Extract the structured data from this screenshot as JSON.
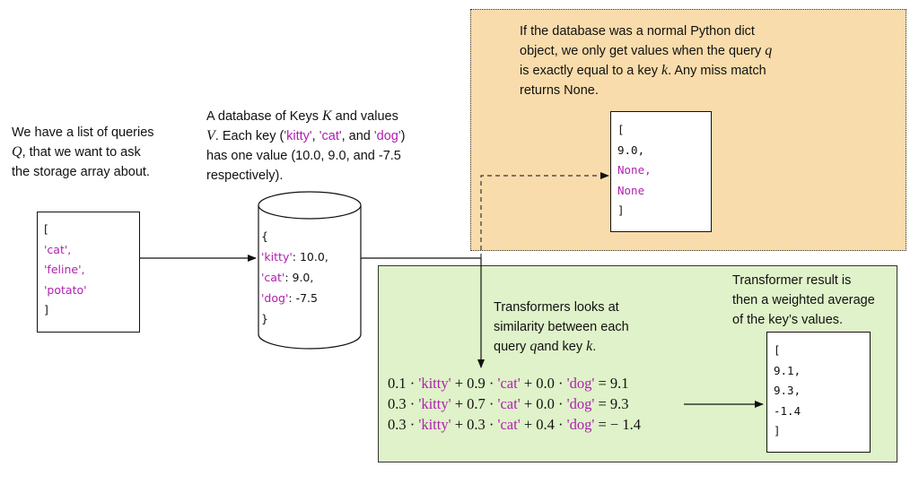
{
  "colors": {
    "string": "#b01fb0",
    "orange_panel": "#f9dcab",
    "green_panel": "#dff2c9"
  },
  "queries_note": {
    "line1": "We have a list of queries",
    "var_Q": "Q",
    "line2_rest": ", that we want to ask",
    "line3": "the storage array about."
  },
  "queries_list": {
    "open": "[",
    "items": [
      "'cat',",
      "'feline',",
      "'potato'"
    ],
    "close": "]"
  },
  "database_note": {
    "line1_pre": "A database of Keys ",
    "var_K": "K",
    "line1_post": " and values",
    "var_V": "V",
    "line2_a": ". Each key (",
    "k1": "'kitty'",
    "sep1": ", ",
    "k2": "'cat'",
    "sep2": ", and ",
    "k3": "'dog'",
    "line2_b": ")",
    "line3": "has one value (10.0, 9.0, and -7.5",
    "line4": "respectively)."
  },
  "database": {
    "open": "{",
    "entries": [
      {
        "key": "'kitty'",
        "value": ": 10.0,"
      },
      {
        "key": "'cat'",
        "value": ": 9.0,"
      },
      {
        "key": "'dog'",
        "value": ": -7.5"
      }
    ],
    "close": "}"
  },
  "dict_note": {
    "line1": "If the database was a normal Python dict",
    "line2": "object, we only get values when the query",
    "var_q": "q",
    "line3_pre": "is exactly equal to a key ",
    "var_k": "k",
    "line3_post": ". Any miss match",
    "line4": "returns None."
  },
  "dict_result": {
    "open": "[",
    "items": [
      "9.0,",
      "None,",
      "None"
    ],
    "close": "]"
  },
  "transformer_note": {
    "line1": "Transformers looks at",
    "line2": "similarity between each",
    "line3_pre": "query ",
    "var_q": "q",
    "line3_mid": "and key ",
    "var_k": "k",
    "line3_post": "."
  },
  "equations": [
    {
      "w1": "0.1",
      "w2": "0.9",
      "w3": "0.0",
      "result": "9.1"
    },
    {
      "w1": "0.3",
      "w2": "0.7",
      "w3": "0.0",
      "result": "9.3"
    },
    {
      "w1": "0.3",
      "w2": "0.3",
      "w3": "0.4",
      "result": "− 1.4"
    }
  ],
  "equation_keys": {
    "k1": "'kitty'",
    "k2": "'cat'",
    "k3": "'dog'"
  },
  "result_note": {
    "line1": "Transformer result is",
    "line2": "then a weighted average",
    "line3": "of the key’s values."
  },
  "transformer_result": {
    "open": "[",
    "items": [
      "9.1,",
      "9.3,",
      "-1.4"
    ],
    "close": "]"
  }
}
